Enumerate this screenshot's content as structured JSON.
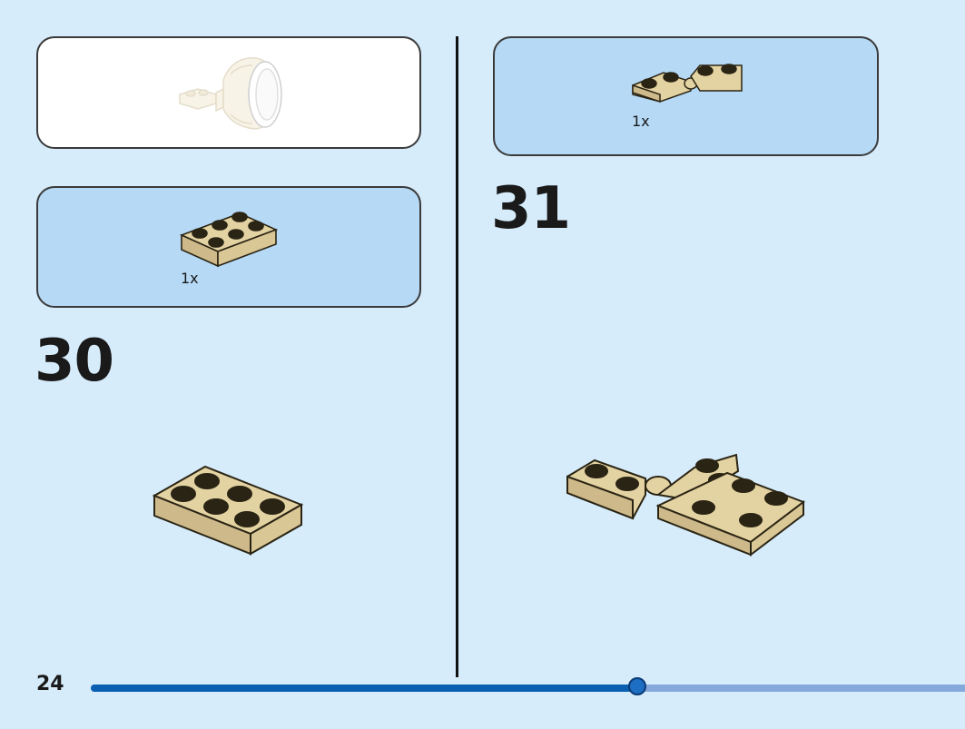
{
  "page_number": "24",
  "progress": 0.627,
  "colors": {
    "background": "#d6ecfb",
    "parts_box": "#b6d9f5",
    "brick_tan": "#e4d3a2",
    "progress_fill": "#0a5fb0",
    "progress_track": "#86a9dc"
  },
  "preview_box": {
    "icon": "minifigure-helmet-preview-icon"
  },
  "steps": [
    {
      "number": "30",
      "parts": [
        {
          "qty": "1x",
          "icon": "tan-plate-2x3-icon"
        }
      ],
      "build_icon": "tan-plate-2x3-icon"
    },
    {
      "number": "31",
      "parts": [
        {
          "qty": "1x",
          "icon": "tan-hinge-plate-icon"
        }
      ],
      "build_icon": "tan-hinge-plate-assembly-icon"
    }
  ]
}
